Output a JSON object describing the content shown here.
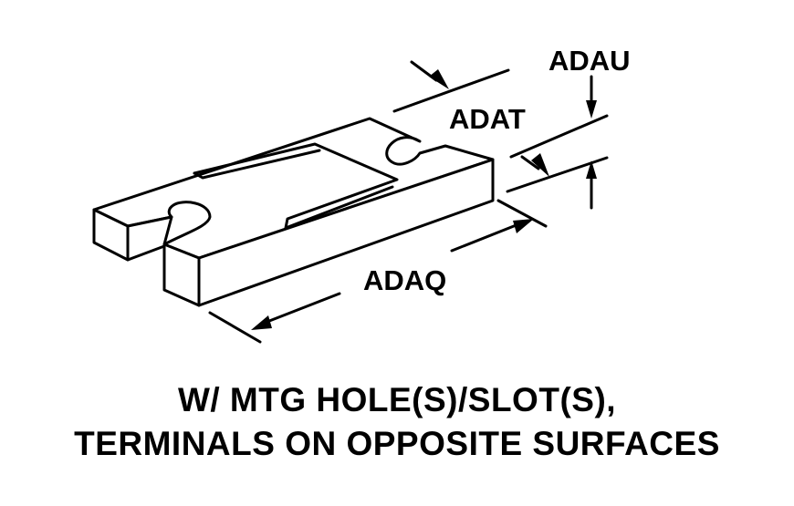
{
  "dimensions": {
    "adau": "ADAU",
    "adat": "ADAT",
    "adaq": "ADAQ"
  },
  "caption": {
    "line1": "W/ MTG HOLE(S)/SLOT(S),",
    "line2": "TERMINALS ON OPPOSITE SURFACES"
  },
  "colors": {
    "ink": "#000000",
    "background": "#ffffff"
  }
}
